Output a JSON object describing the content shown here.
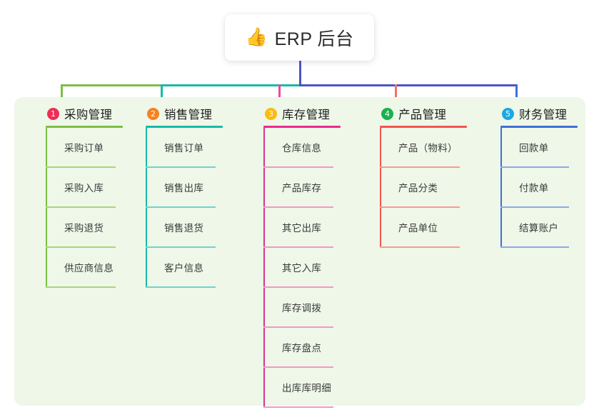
{
  "title": {
    "icon": "thumbs-up-emoji",
    "icon_glyph": "👍",
    "text": "ERP 后台"
  },
  "panel": {
    "background_color": "#eef7e8"
  },
  "connectors": {
    "trunk_color": "#4a56c4",
    "bus_left_color": "#7dbf45",
    "bus_mid_color": "#16bba6",
    "bus_right_color": "#4a56c4",
    "drops": [
      "#7dbf45",
      "#16bba6",
      "#ec4899",
      "#f4706a",
      "#3f6fd8"
    ]
  },
  "columns": [
    {
      "number": "1",
      "title": "采购管理",
      "badge_color": "#ef2d56",
      "rule_color": "#7dbf45",
      "spine_color": "#7dbf45",
      "item_rule_color": "#a8d57e",
      "items": [
        {
          "label": "采购订单"
        },
        {
          "label": "采购入库"
        },
        {
          "label": "采购退货"
        },
        {
          "label": "供应商信息"
        }
      ]
    },
    {
      "number": "2",
      "title": "销售管理",
      "badge_color": "#f58220",
      "rule_color": "#16bba6",
      "spine_color": "#16bba6",
      "item_rule_color": "#6fd6c8",
      "items": [
        {
          "label": "销售订单"
        },
        {
          "label": "销售出库"
        },
        {
          "label": "销售退货"
        },
        {
          "label": "客户信息"
        }
      ]
    },
    {
      "number": "3",
      "title": "库存管理",
      "badge_color": "#fcba12",
      "rule_color": "#ec2a8f",
      "spine_color": "#d6368f",
      "item_rule_color": "#f298c4",
      "items": [
        {
          "label": "仓库信息"
        },
        {
          "label": "产品库存"
        },
        {
          "label": "其它出库"
        },
        {
          "label": "其它入库"
        },
        {
          "label": "库存调拨"
        },
        {
          "label": "库存盘点"
        },
        {
          "label": "出库库明细"
        }
      ]
    },
    {
      "number": "4",
      "title": "产品管理",
      "badge_color": "#19b14c",
      "rule_color": "#f4564f",
      "spine_color": "#f4564f",
      "item_rule_color": "#f99a93",
      "items": [
        {
          "label": "产品（物料）"
        },
        {
          "label": "产品分类"
        },
        {
          "label": "产品单位"
        }
      ]
    },
    {
      "number": "5",
      "title": "财务管理",
      "badge_color": "#1ca8e0",
      "rule_color": "#3f6fd8",
      "spine_color": "#3f6fd8",
      "item_rule_color": "#8fa9e8",
      "items": [
        {
          "label": "回款单"
        },
        {
          "label": "付款单"
        },
        {
          "label": "结算账户"
        }
      ]
    }
  ]
}
